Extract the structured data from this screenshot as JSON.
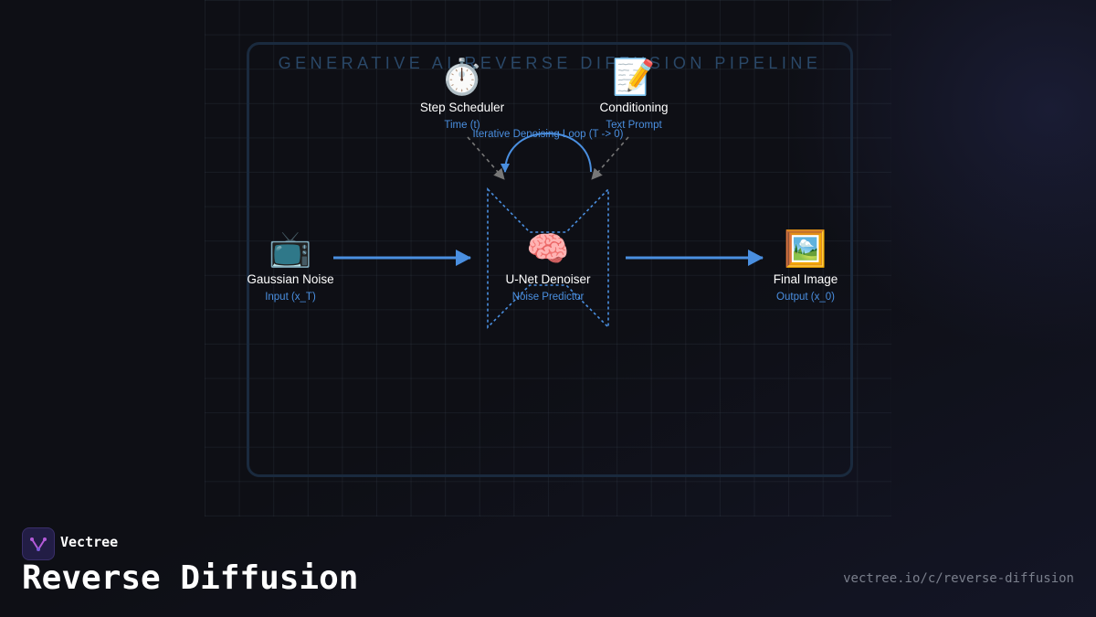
{
  "diagram": {
    "title": "GENERATIVE AI REVERSE DIFFUSION PIPELINE",
    "loop_label": "Iterative Denoising Loop (T -> 0)",
    "nodes": {
      "noise": {
        "icon": "📺",
        "icon_name": "tv-icon",
        "label": "Gaussian Noise",
        "sub": "Input (x_T)"
      },
      "unet": {
        "icon": "🧠",
        "icon_name": "brain-icon",
        "label": "U-Net Denoiser",
        "sub": "Noise Predictor"
      },
      "output": {
        "icon": "🖼️",
        "icon_name": "picture-icon",
        "label": "Final Image",
        "sub": "Output (x_0)"
      },
      "scheduler": {
        "icon": "⏱️",
        "icon_name": "stopwatch-icon",
        "label": "Step Scheduler",
        "sub": "Time (t)"
      },
      "conditioning": {
        "icon": "📝",
        "icon_name": "memo-icon",
        "label": "Conditioning",
        "sub": "Text Prompt"
      }
    },
    "colors": {
      "accent": "#4a8fe0",
      "frame": "#1a2a3e",
      "title": "#2a4868",
      "dashed": "#777777"
    }
  },
  "footer": {
    "brand": "Vectree",
    "heading": "Reverse Diffusion",
    "url": "vectree.io/c/reverse-diffusion"
  }
}
